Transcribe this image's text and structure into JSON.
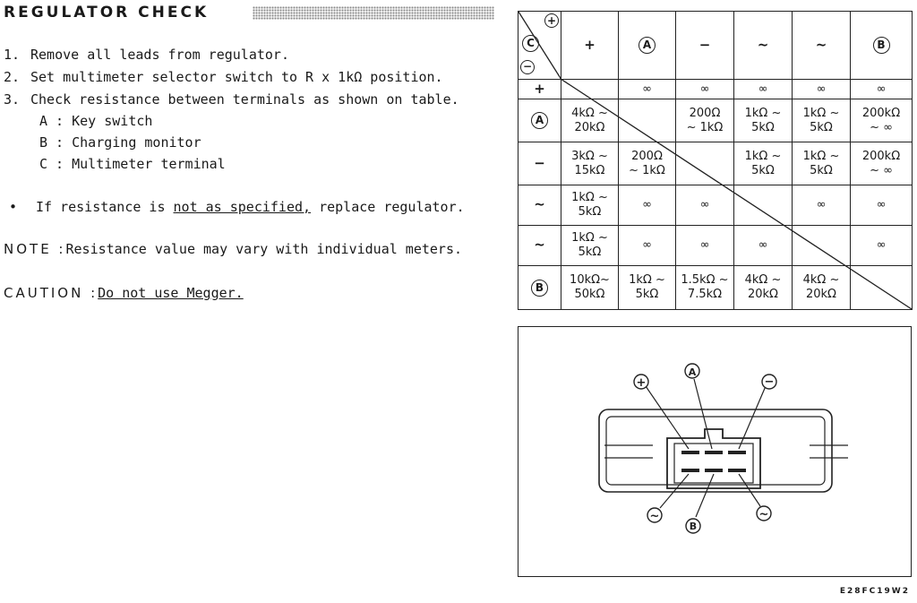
{
  "title": "REGULATOR CHECK",
  "steps": [
    {
      "num": "1.",
      "text": "Remove all leads from regulator."
    },
    {
      "num": "2.",
      "text": "Set multimeter selector switch to R x 1kΩ position."
    },
    {
      "num": "3.",
      "text": "Check resistance between terminals as shown on table."
    }
  ],
  "terminals": [
    "A : Key switch",
    "B : Charging monitor",
    "C : Multimeter terminal"
  ],
  "bullet": {
    "symbol": "•",
    "text_a": "If resistance is",
    "text_u": "not as specified,",
    "text_b": "replace regulator."
  },
  "note": {
    "label": "NOTE :",
    "text": "Resistance value may vary with individual meters."
  },
  "caution": {
    "label": "CAUTION :",
    "text": "Do not use Megger."
  },
  "table": {
    "corner": {
      "plus": "+",
      "c": "C",
      "minus": "−"
    },
    "headers": [
      "+",
      "A",
      "−",
      "~",
      "~",
      "B"
    ],
    "header_circled": [
      false,
      true,
      false,
      false,
      false,
      true
    ],
    "rows": [
      {
        "label": "+",
        "circled": false,
        "cells": [
          "",
          "∞",
          "∞",
          "∞",
          "∞",
          "∞"
        ]
      },
      {
        "label": "A",
        "circled": true,
        "cells": [
          "4kΩ ~\n20kΩ",
          "",
          "200Ω\n~ 1kΩ",
          "1kΩ ~\n5kΩ",
          "1kΩ ~\n5kΩ",
          "200kΩ\n~ ∞"
        ]
      },
      {
        "label": "−",
        "circled": false,
        "cells": [
          "3kΩ ~\n15kΩ",
          "200Ω\n~ 1kΩ",
          "",
          "1kΩ ~\n5kΩ",
          "1kΩ ~\n5kΩ",
          "200kΩ\n~ ∞"
        ]
      },
      {
        "label": "~",
        "circled": false,
        "cells": [
          "1kΩ ~\n5kΩ",
          "∞",
          "∞",
          "",
          "∞",
          "∞"
        ]
      },
      {
        "label": "~",
        "circled": false,
        "cells": [
          "1kΩ ~\n5kΩ",
          "∞",
          "∞",
          "∞",
          "",
          "∞"
        ]
      },
      {
        "label": "B",
        "circled": true,
        "cells": [
          "10kΩ~\n50kΩ",
          "1kΩ ~\n5kΩ",
          "1.5kΩ ~\n7.5kΩ",
          "4kΩ ~\n20kΩ",
          "4kΩ ~\n20kΩ",
          ""
        ]
      }
    ]
  },
  "connector": {
    "top_labels": [
      "+",
      "A",
      "−"
    ],
    "bottom_labels": [
      "~",
      "B",
      "~"
    ]
  },
  "figure_code": "E28FC19W2"
}
